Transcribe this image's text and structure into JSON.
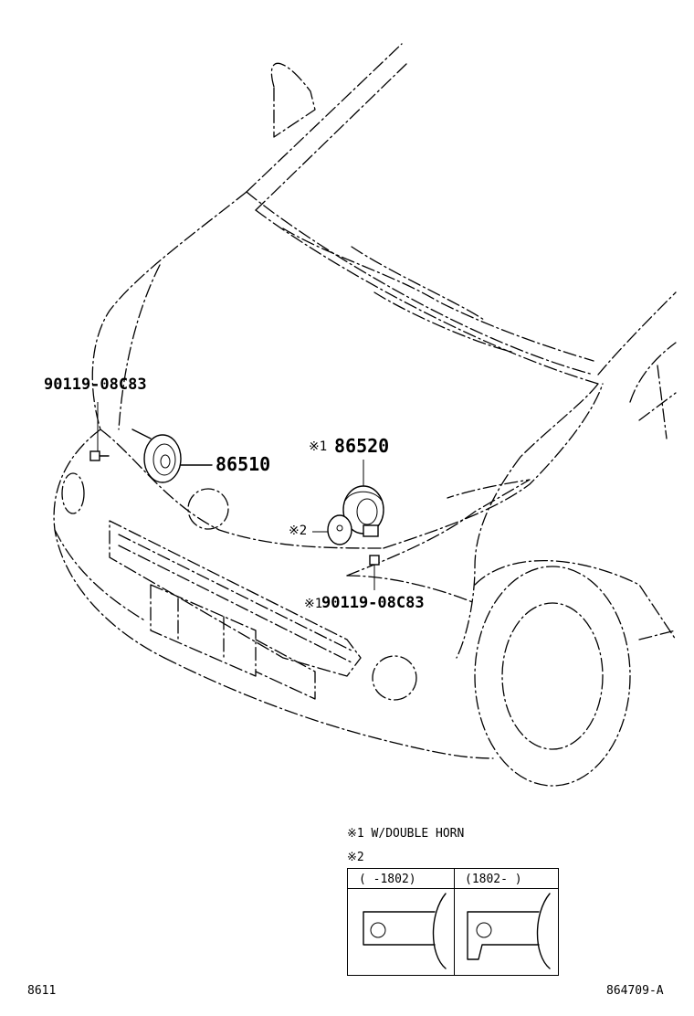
{
  "parts": {
    "bolt_left": "90119-08C83",
    "horn_low": "86510",
    "horn_high_mark": "※1",
    "horn_high": "86520",
    "bracket_mark": "※2",
    "bolt_right_mark": "※1",
    "bolt_right": "90119-08C83"
  },
  "notes": {
    "note1": "※1 W/DOUBLE HORN",
    "note2": "※2"
  },
  "table": {
    "col1_header": "(   -1802)",
    "col2_header": "(1802-    )"
  },
  "footer": {
    "left_code": "8611",
    "right_code": "864709-A"
  },
  "icons": [
    "horn-icon",
    "bolt-icon",
    "bracket-icon"
  ]
}
